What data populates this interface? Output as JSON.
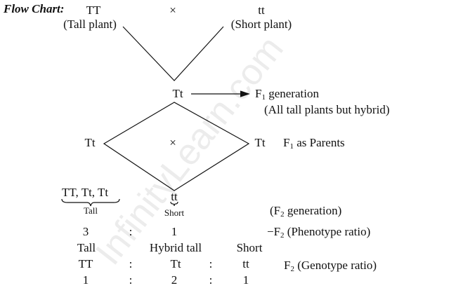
{
  "title": "Flow Chart:",
  "watermark": "InfinityLearn.com",
  "parents": {
    "left": "TT",
    "left_label": "(Tall plant)",
    "cross": "×",
    "right": "tt",
    "right_label": "(Short plant)"
  },
  "f1": {
    "genotype": "Tt",
    "label_prefix": "F",
    "label_sub": "1",
    "label_suffix": " generation",
    "note": "(All tall plants but hybrid)"
  },
  "f1_parents": {
    "left": "Tt",
    "cross": "×",
    "right": "Tt",
    "label_prefix": "F",
    "label_sub": "1",
    "label_suffix": " as Parents"
  },
  "f2": {
    "tall_group": "TT, Tt, Tt",
    "tall_label": "Tall",
    "short_group": "tt",
    "short_label": "Short",
    "gen_label_prefix": "(F",
    "gen_label_sub": "2",
    "gen_label_suffix": " generation)",
    "phenotype": {
      "tall": "3",
      "sep": ":",
      "short": "1",
      "label_prefix": "−F",
      "label_sub": "2",
      "label_suffix": " (Phenotype ratio)"
    },
    "genotype_headers": [
      "Tall",
      "Hybrid tall",
      "Short"
    ],
    "genotypes": [
      "TT",
      "Tt",
      "tt"
    ],
    "genotype_ratio": [
      "1",
      "2",
      "1"
    ],
    "genotype_label_prefix": "F",
    "genotype_label_sub": "2",
    "genotype_label_suffix": " (Genotype ratio)"
  }
}
